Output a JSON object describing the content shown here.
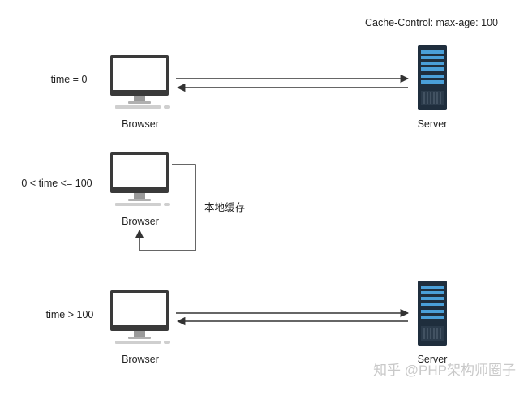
{
  "header": {
    "cache_control": "Cache-Control: max-age: 100"
  },
  "rows": [
    {
      "time_label": "time = 0",
      "browser_label": "Browser",
      "server_label": "Server"
    },
    {
      "time_label": "0 < time <= 100",
      "browser_label": "Browser",
      "cache_label": "本地缓存"
    },
    {
      "time_label": "time > 100",
      "browser_label": "Browser",
      "server_label": "Server"
    }
  ],
  "watermark": "知乎 @PHP架构师圈子",
  "colors": {
    "monitor": "#3a3a3a",
    "server": "#1f2e3d",
    "server_accent": "#4a9fd8",
    "arrow": "#333333",
    "keyboard": "#cfcfcf"
  },
  "icons": [
    "monitor-icon",
    "keyboard-icon",
    "mouse-icon",
    "server-icon"
  ]
}
